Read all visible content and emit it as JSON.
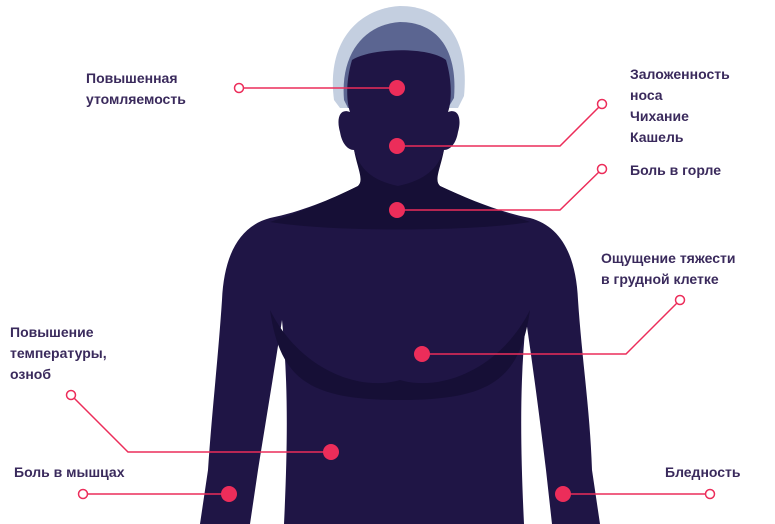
{
  "colors": {
    "body": "#1f1545",
    "body_shadow": "#160f36",
    "hair": "#5b6591",
    "hair_light": "#c4cfe0",
    "marker": "#ec2d5a",
    "label_text": "#3a2a5c"
  },
  "symptoms": {
    "fatigue": "Повышенная\nутомляемость",
    "nose": "Заложенность\nноса\nЧихание\nКашель",
    "throat": "Боль в горле",
    "chest": "Ощущение тяжести\nв грудной клетке",
    "fever": "Повышение\nтемпературы,\nозноб",
    "muscle": "Боль в мышцах",
    "pallor": "Бледность"
  }
}
